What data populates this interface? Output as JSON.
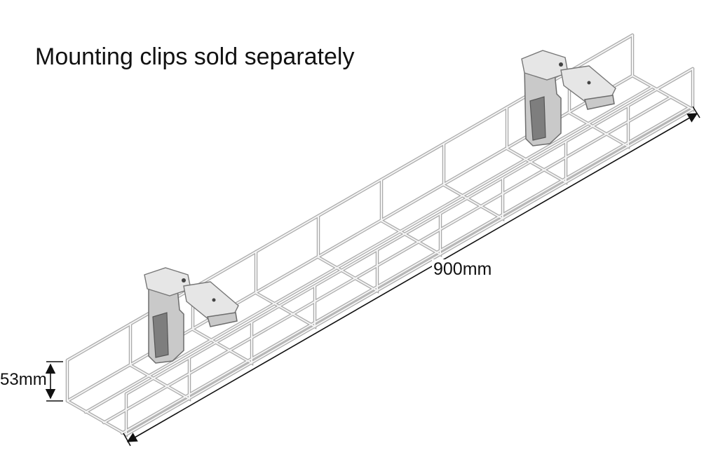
{
  "caption": "Mounting clips sold separately",
  "dimensions": {
    "length_label": "900mm",
    "height_label": "53mm"
  },
  "colors": {
    "wire": "#aaaaaa",
    "clip": "#c9c9c9",
    "dimension_line": "#111111"
  }
}
